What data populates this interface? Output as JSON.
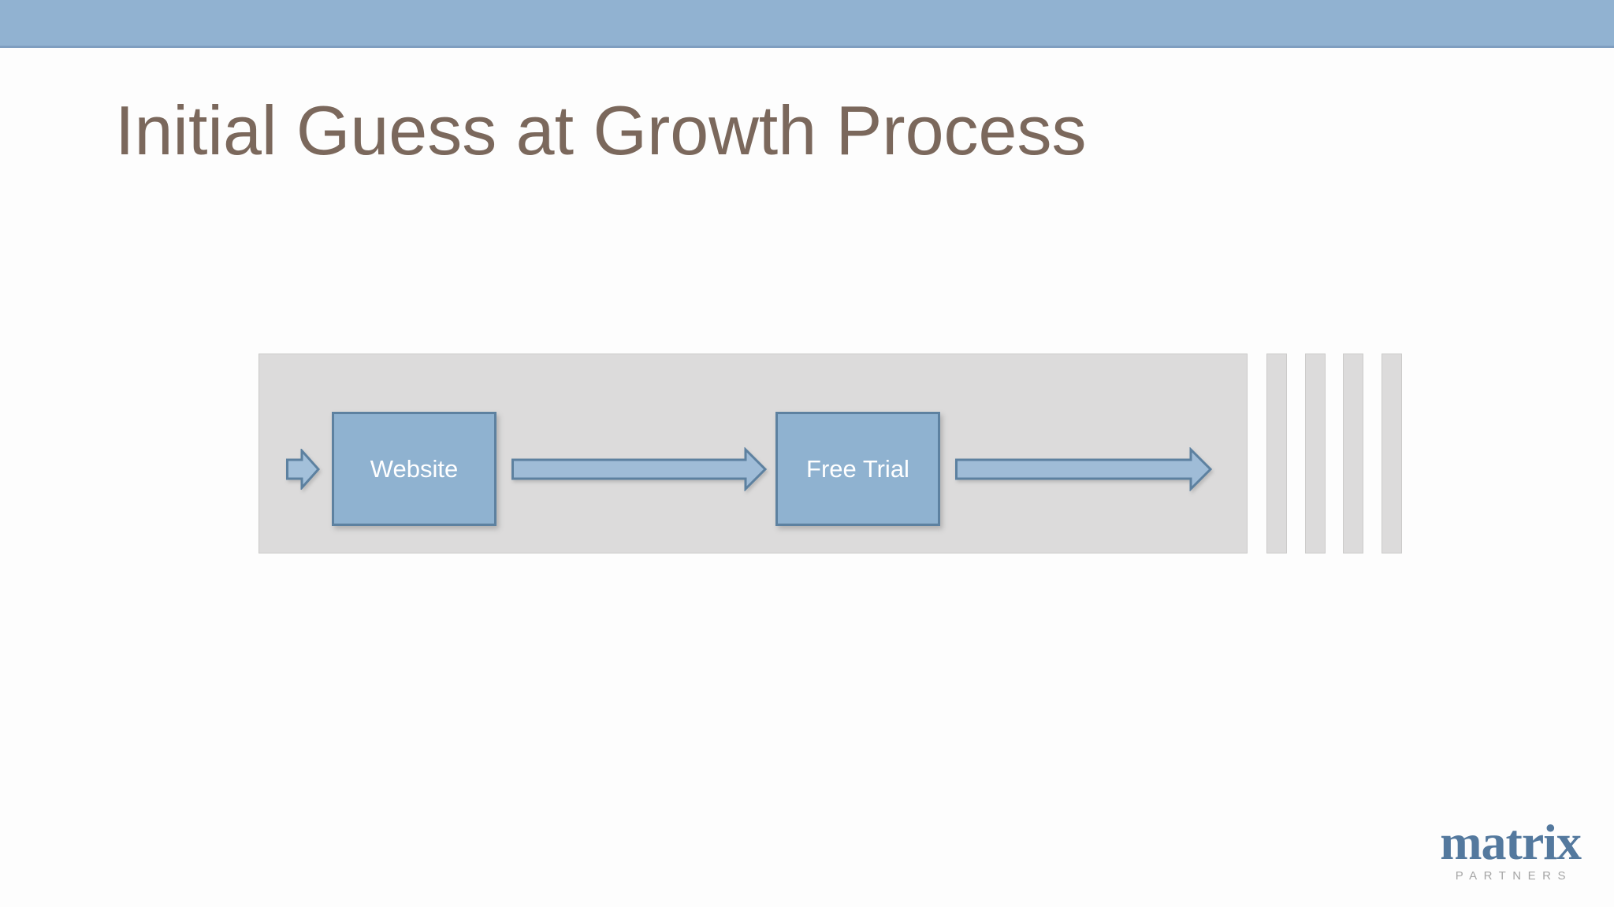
{
  "slide": {
    "title": "Initial Guess at Growth Process"
  },
  "theme": {
    "header_bar_color": "#91b2d1",
    "header_bar_edge_color": "#7f9ec0",
    "title_color": "#7b685c",
    "panel_fill": "#dcdbdb",
    "panel_border": "#cccbca",
    "node_fill": "#8fb2d0",
    "node_border": "#5d81a0",
    "node_text_color": "#ffffff",
    "arrow_fill": "#9fbcd7",
    "arrow_border": "#5d81a0"
  },
  "diagram": {
    "nodes": [
      {
        "label": "Website"
      },
      {
        "label": "Free Trial"
      }
    ],
    "placeholder_bars_count": 4
  },
  "footer": {
    "logo_primary": "matrix",
    "logo_secondary": "PARTNERS",
    "logo_primary_color": "#54799e",
    "logo_secondary_color": "#a5a5a5"
  }
}
